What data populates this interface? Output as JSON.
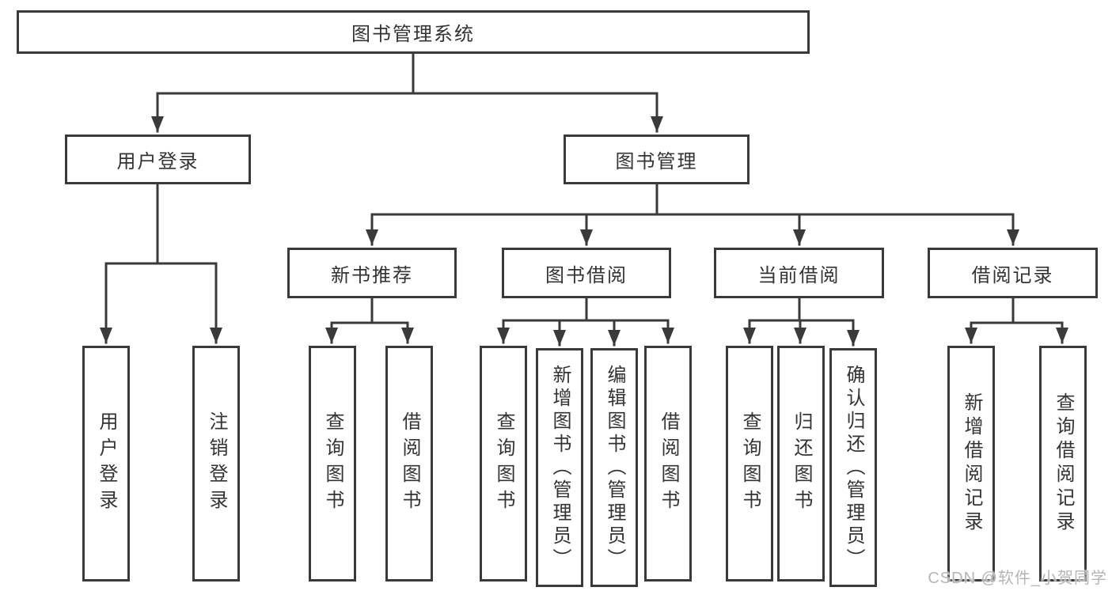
{
  "page": {
    "background_color": "#ffffff",
    "line_color": "#3a3a3a",
    "text_color": "#333333"
  },
  "diagram": {
    "root": {
      "label": "图书管理系统"
    },
    "level2": [
      {
        "id": "user-login",
        "label": "用户登录"
      },
      {
        "id": "book-management",
        "label": "图书管理"
      }
    ],
    "level3": [
      {
        "id": "new-book-recommend",
        "label": "新书推荐",
        "parent": "book-management"
      },
      {
        "id": "book-borrow",
        "label": "图书借阅",
        "parent": "book-management"
      },
      {
        "id": "current-borrow",
        "label": "当前借阅",
        "parent": "book-management"
      },
      {
        "id": "borrow-records",
        "label": "借阅记录",
        "parent": "book-management"
      }
    ],
    "leaves": [
      {
        "group": "user-login",
        "label": "用户登录"
      },
      {
        "group": "user-login",
        "label": "注销登录"
      },
      {
        "group": "new-book-recommend",
        "label": "查询图书"
      },
      {
        "group": "new-book-recommend",
        "label": "借阅图书"
      },
      {
        "group": "book-borrow",
        "label": "查询图书"
      },
      {
        "group": "book-borrow",
        "label": "新增图书（管理员）"
      },
      {
        "group": "book-borrow",
        "label": "编辑图书（管理员）"
      },
      {
        "group": "book-borrow",
        "label": "借阅图书"
      },
      {
        "group": "current-borrow",
        "label": "查询图书"
      },
      {
        "group": "current-borrow",
        "label": "归还图书"
      },
      {
        "group": "current-borrow",
        "label": "确认归还（管理员）"
      },
      {
        "group": "borrow-records",
        "label": "新增借阅记录"
      },
      {
        "group": "borrow-records",
        "label": "查询借阅记录"
      }
    ]
  },
  "watermark": {
    "text": "CSDN @软件_小贺同学",
    "color": "#b5b5b5"
  }
}
